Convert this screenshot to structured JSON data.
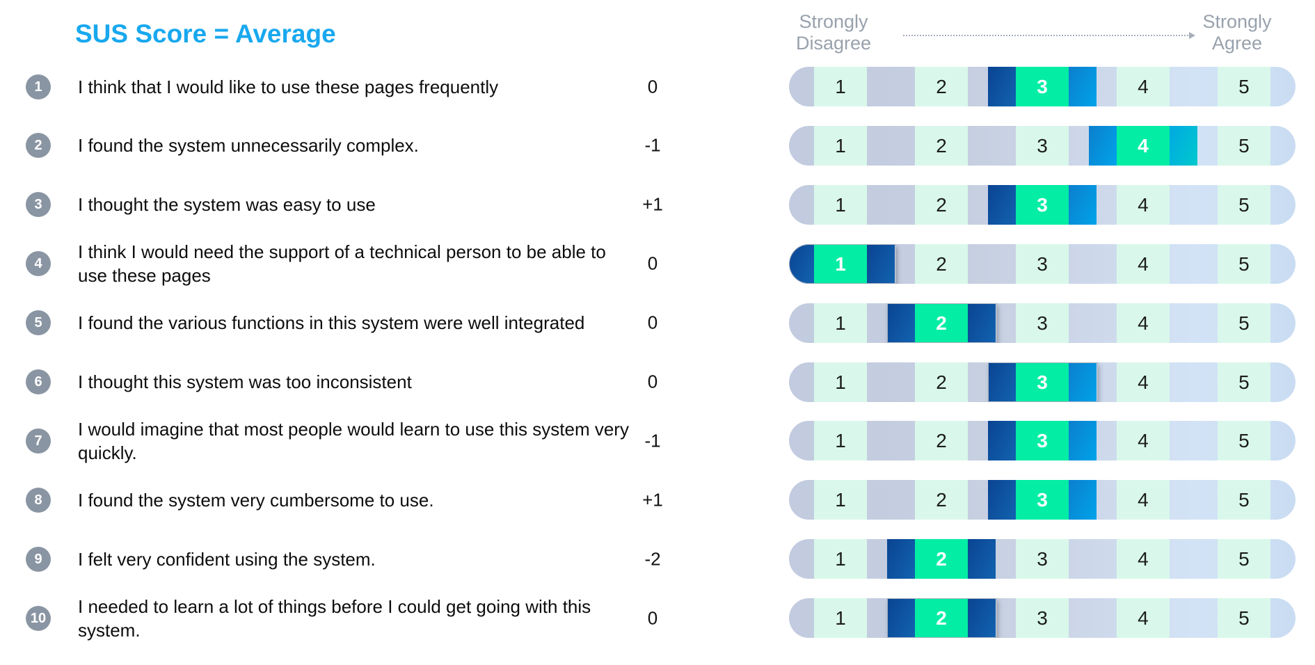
{
  "title": "SUS Score = Average",
  "scale_header": {
    "left": [
      "Strongly",
      "Disagree"
    ],
    "right": [
      "Strongly",
      "Agree"
    ]
  },
  "scale_values": [
    "1",
    "2",
    "3",
    "4",
    "5"
  ],
  "palette": {
    "title_blue": "#18a8ee",
    "badge_gray": "#8a95a3",
    "header_gray": "#98a1ac",
    "question_black": "#0d0d0d",
    "mint": "#d9f8eb",
    "green": "#04eda4",
    "navy_1": "#0a4492",
    "navy_2": "#1263b0",
    "azure_1": "#0c7fcd",
    "azure_2": "#00a3ea",
    "cyan_1": "#00a9e2",
    "cyan_2": "#00c9cd",
    "pill_left": "#c2cbdf",
    "pill_right": "#c9dcf2"
  },
  "rows": [
    {
      "num": "1",
      "text": "I think that I would like to use these pages frequently",
      "score": "0",
      "value": 3,
      "flank_left": "navy",
      "flank_right": "azure",
      "outlined": false
    },
    {
      "num": "2",
      "text": "I found the system unnecessarily complex.",
      "score": "-1",
      "value": 4,
      "flank_left": "azure",
      "flank_right": "cyan",
      "outlined": false
    },
    {
      "num": "3",
      "text": "I thought the system was easy to use",
      "score": "+1",
      "value": 3,
      "flank_left": "navy",
      "flank_right": "azure",
      "outlined": false
    },
    {
      "num": "4",
      "text": "I think I would need the support of a technical person to be able to use these pages",
      "score": "0",
      "value": 1,
      "flank_left": "navy",
      "flank_right": "navy",
      "outlined": true
    },
    {
      "num": "5",
      "text": "I found the various functions in this system were well integrated",
      "score": "0",
      "value": 2,
      "flank_left": "navy",
      "flank_right": "navy",
      "outlined": true
    },
    {
      "num": "6",
      "text": "I thought this system was too inconsistent",
      "score": "0",
      "value": 3,
      "flank_left": "navy",
      "flank_right": "azure",
      "outlined": true
    },
    {
      "num": "7",
      "text": "I would imagine that most people would learn to use this system very quickly.",
      "score": "-1",
      "value": 3,
      "flank_left": "navy",
      "flank_right": "azure",
      "outlined": false
    },
    {
      "num": "8",
      "text": "I found the system very cumbersome to use.",
      "score": "+1",
      "value": 3,
      "flank_left": "navy",
      "flank_right": "azure",
      "outlined": false
    },
    {
      "num": "9",
      "text": "I felt very confident using the system.",
      "score": "-2",
      "value": 2,
      "flank_left": "navy",
      "flank_right": "navy",
      "outlined": false
    },
    {
      "num": "10",
      "text": "I needed to learn a lot of things before I could get going with this system.",
      "score": "0",
      "value": 2,
      "flank_left": "navy",
      "flank_right": "navy",
      "outlined": true
    }
  ],
  "chart_data": {
    "type": "likert",
    "title": "SUS Score = Average",
    "scale": [
      1,
      2,
      3,
      4,
      5
    ],
    "scale_min_label": "Strongly Disagree",
    "scale_max_label": "Strongly Agree",
    "questions": [
      "I think that I would like to use these pages frequently",
      "I found the system unnecessarily complex.",
      "I thought the system was easy to use",
      "I think I would need the support of a technical person to be able to use these pages",
      "I found the various functions in this system were well integrated",
      "I thought this system was too inconsistent",
      "I would imagine that most people would learn to use this system very quickly.",
      "I found the system very cumbersome to use.",
      "I felt very confident using the system.",
      "I needed to learn a lot of things before I could get going with this system."
    ],
    "responses": [
      3,
      4,
      3,
      1,
      2,
      3,
      3,
      3,
      2,
      2
    ],
    "score_contributions": [
      "0",
      "-1",
      "+1",
      "0",
      "0",
      "0",
      "-1",
      "+1",
      "-2",
      "0"
    ]
  }
}
